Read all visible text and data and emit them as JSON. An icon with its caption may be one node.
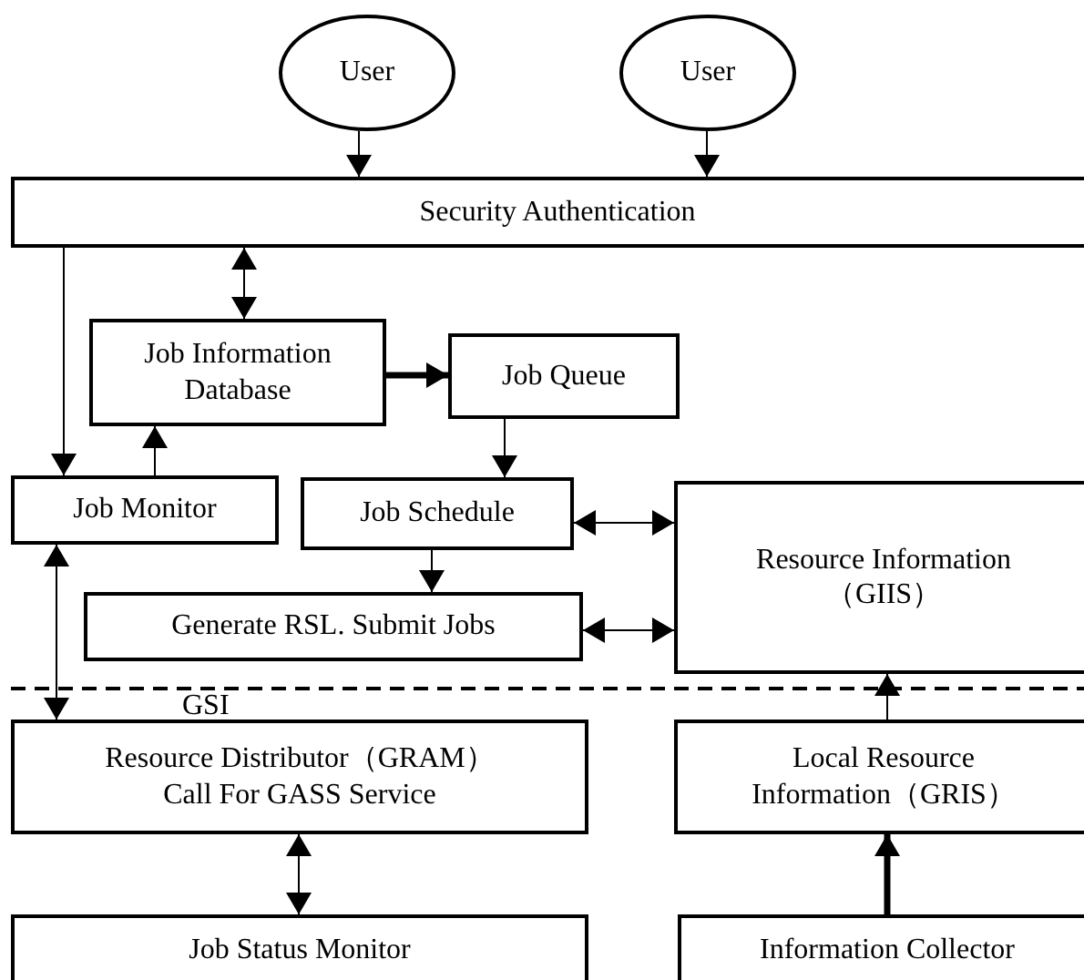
{
  "diagram": {
    "nodes": [
      {
        "text": [
          "User"
        ]
      },
      {
        "text": [
          "User"
        ]
      },
      {
        "text": [
          "Security Authentication"
        ]
      },
      {
        "text": [
          "Job Information Database"
        ]
      },
      {
        "text": [
          "Job Queue"
        ]
      },
      {
        "text": [
          "Job Monitor"
        ]
      },
      {
        "text": [
          "Job Schedule"
        ]
      },
      {
        "text": [
          "Resource Information （GIIS）"
        ]
      },
      {
        "text": [
          "Generate RSL. Submit Jobs"
        ]
      },
      {
        "text": [
          "Resource Distributor（GRAM） Call For GASS Service"
        ]
      },
      {
        "text": [
          "Local Resource Information（GRIS）"
        ]
      },
      {
        "text": [
          "Job Status Monitor"
        ]
      },
      {
        "text": [
          "Information Collector"
        ]
      }
    ],
    "edges": [
      {
        "from": 0,
        "to": 2,
        "arrow": "to"
      },
      {
        "from": 1,
        "to": 2,
        "arrow": "to"
      },
      {
        "from": 2,
        "to": 3,
        "arrow": "both"
      },
      {
        "from": 2,
        "to": 5,
        "arrow": "to"
      },
      {
        "from": 5,
        "to": 3,
        "arrow": "to"
      },
      {
        "from": 3,
        "to": 4,
        "arrow": "to",
        "style": "thick"
      },
      {
        "from": 4,
        "to": 6,
        "arrow": "to"
      },
      {
        "from": 6,
        "to": 7,
        "arrow": "both"
      },
      {
        "from": 6,
        "to": 8,
        "arrow": "to"
      },
      {
        "from": 8,
        "to": 7,
        "arrow": "both"
      },
      {
        "from": 9,
        "to": 5,
        "arrow": "both"
      },
      {
        "from": 9,
        "to": 11,
        "arrow": "both"
      },
      {
        "from": 10,
        "to": 7,
        "arrow": "to"
      },
      {
        "from": 12,
        "to": 10,
        "arrow": "to",
        "style": "thick"
      }
    ],
    "labels": [
      "GSI"
    ]
  }
}
